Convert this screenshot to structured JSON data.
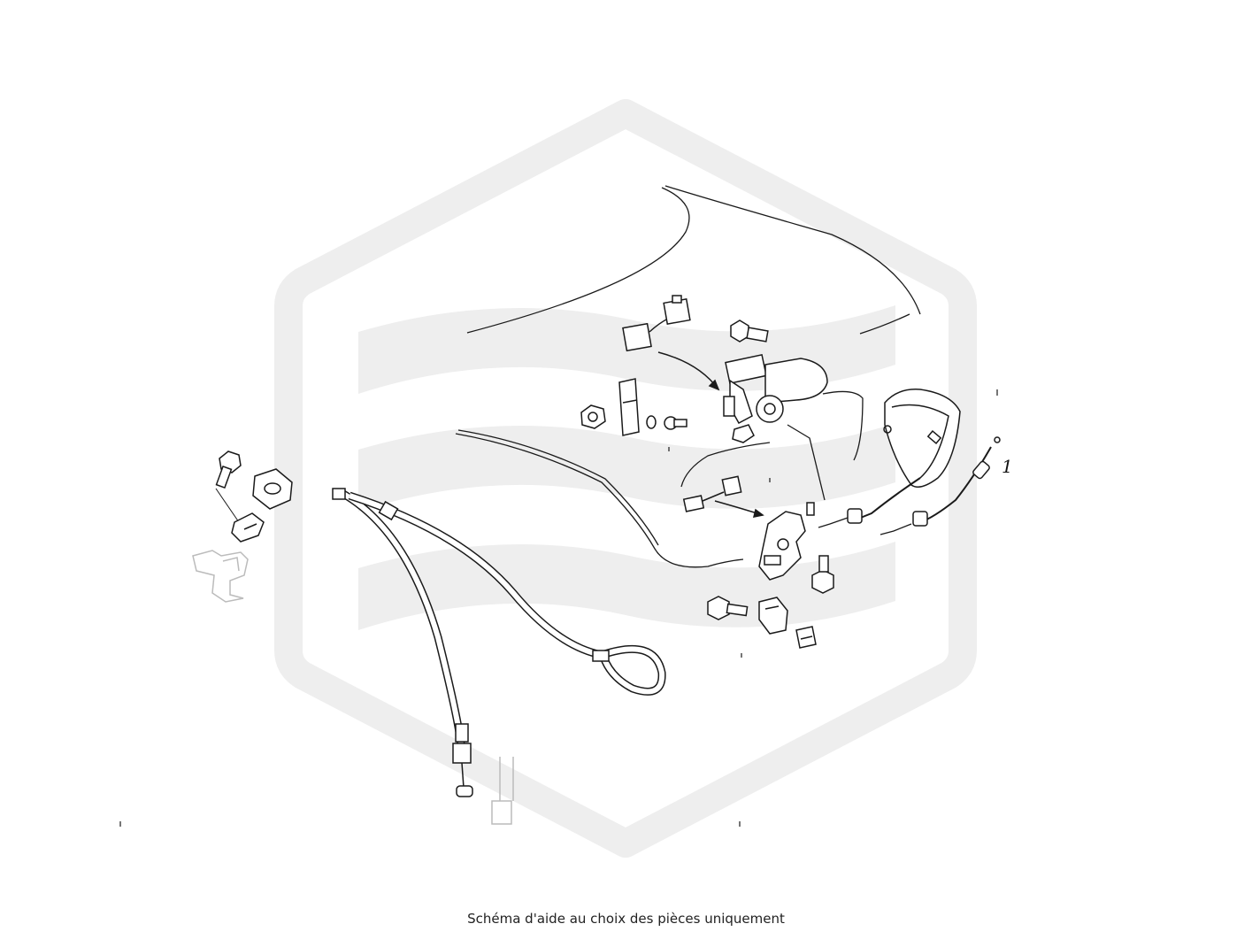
{
  "diagram": {
    "caption": "Schéma d'aide au choix des pièces uniquement",
    "callouts": [
      {
        "label": "1"
      }
    ],
    "watermark": "hexagon-logo",
    "colors": {
      "line": "#1a1a1a",
      "watermark": "#eeeeee",
      "faded_part": "#bbbbbb"
    }
  }
}
